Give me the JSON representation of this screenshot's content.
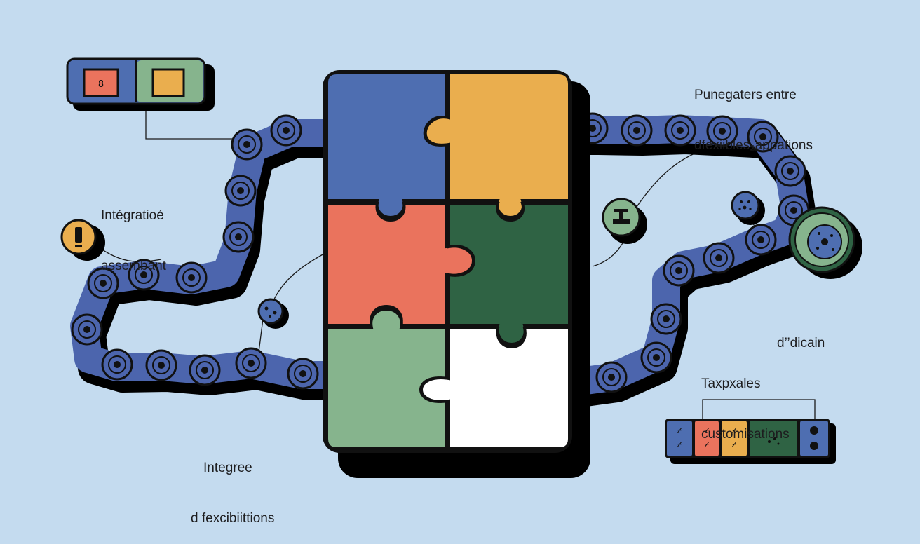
{
  "labels": {
    "top_right": [
      "Punegaters entre",
      "dfexiibles₂appations"
    ],
    "left_upper": [
      "Intégratioé",
      "assembant"
    ],
    "right_middle": "d’’dicain",
    "right_lower": [
      "Taxpxales",
      "customisations"
    ],
    "bottom_left": [
      "Integree",
      "d fexcibiittions"
    ]
  },
  "colors": {
    "background": "#c4dbef",
    "chain": "#4c65ad",
    "outline": "#111111",
    "blue": "#4e6eb1",
    "orange": "#eaae4e",
    "red": "#ea735d",
    "dark_green": "#2f6344",
    "light_green": "#86b48d",
    "white": "#ffffff"
  },
  "icons": {
    "top_left_panel": "two-swatch-panel-icon",
    "left_badge": "exclamation-badge-icon",
    "center_gear": "small-gear-icon",
    "right_person": "person-badge-icon",
    "right_spark": "spark-dots-icon",
    "right_reel": "gear-reel-icon",
    "bottom_right_palette": "swatch-palette-icon"
  }
}
